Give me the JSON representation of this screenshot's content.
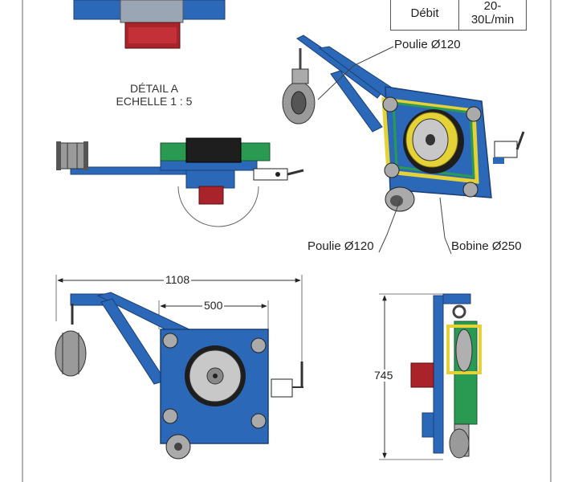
{
  "info_table": {
    "label": "Débit",
    "value_line1": "20-",
    "value_line2": "30L/min"
  },
  "detail": {
    "line1": "DÉTAIL A",
    "line2": "ECHELLE 1 : 5"
  },
  "callouts": {
    "poulie_top": "Poulie Ø120",
    "poulie_bottom": "Poulie Ø120",
    "bobine": "Bobine Ø250"
  },
  "dimensions": {
    "overall_width": "1108",
    "plate_width": "500",
    "height": "745"
  },
  "colors": {
    "frame_blue": "#2b68b8",
    "frame_dark": "#1b3f78",
    "belt_green": "#2a9a52",
    "yellow": "#e4d236",
    "motor_red": "#a8232a",
    "pulley_grey": "#b8b8b8"
  }
}
